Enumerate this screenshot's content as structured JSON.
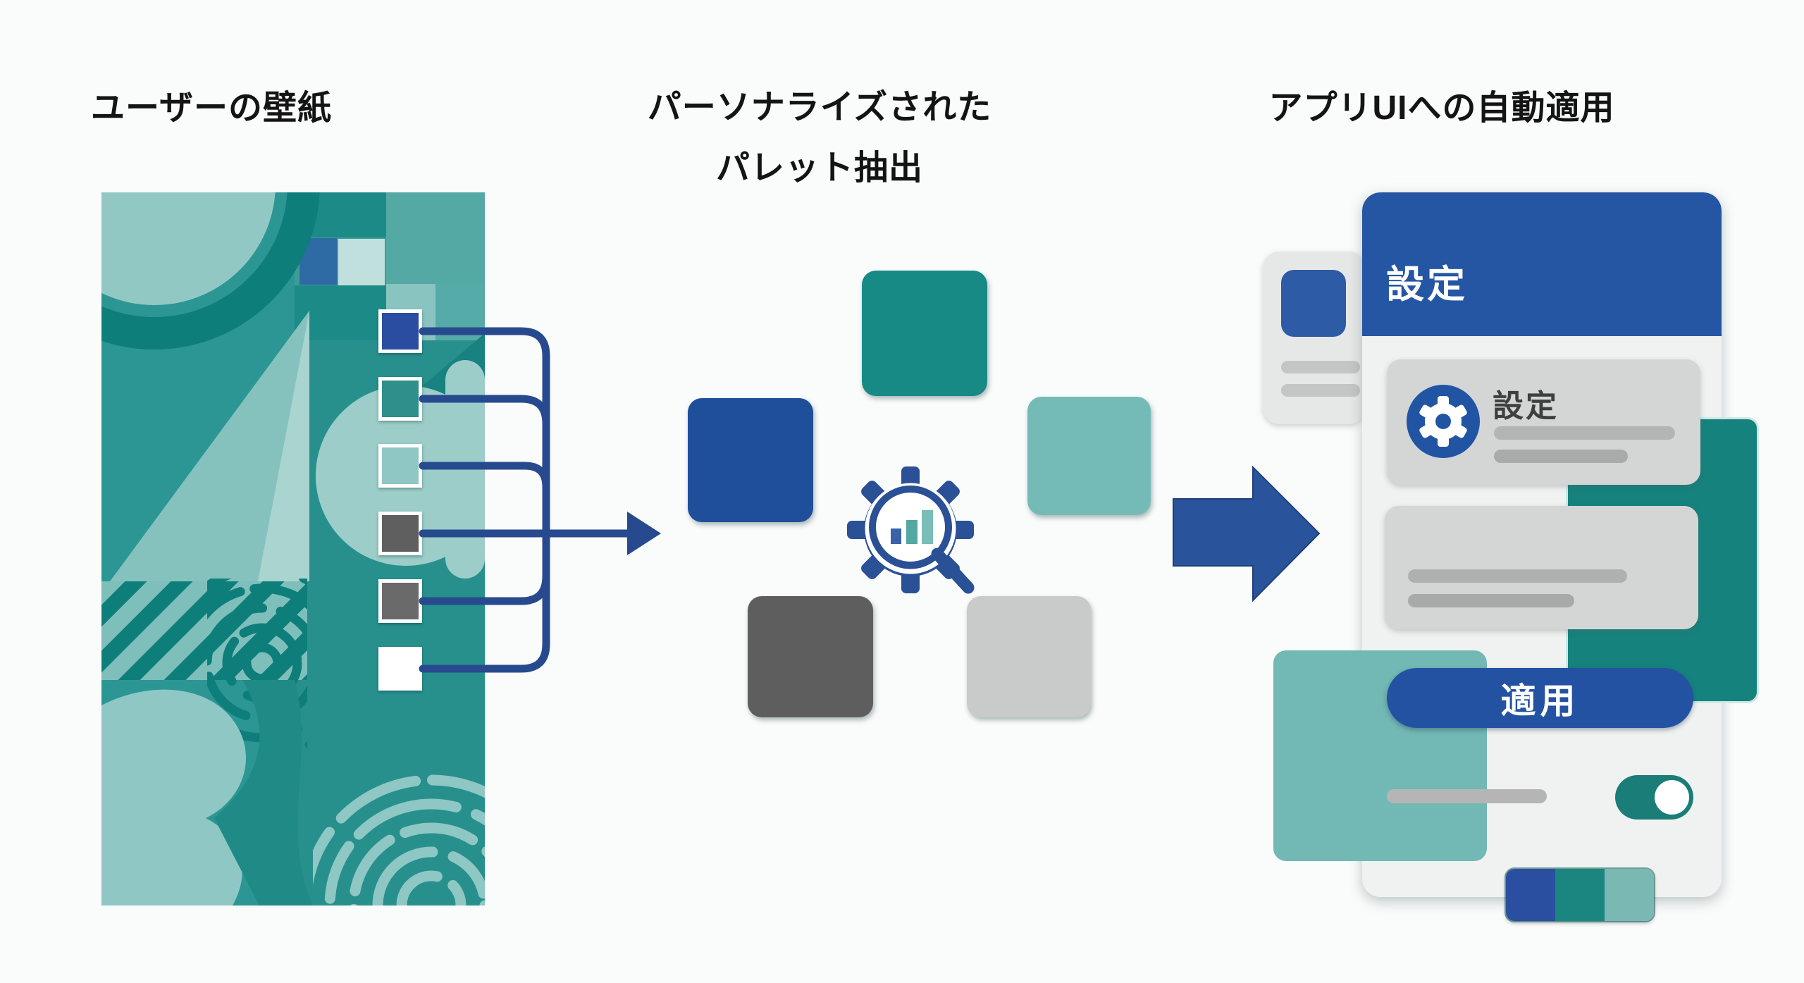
{
  "titles": {
    "left": "ユーザーの壁紙",
    "middle_line1": "パーソナライズされた",
    "middle_line2": "パレット抽出",
    "right": "アプリUIへの自動適用"
  },
  "wallpaper": {
    "description": "abstract teal geometric wallpaper",
    "swatches": [
      {
        "name": "blue",
        "color": "#2A4DA1"
      },
      {
        "name": "teal",
        "color": "#2E8F8B"
      },
      {
        "name": "light-teal",
        "color": "#8EC7C3"
      },
      {
        "name": "dark-gray",
        "color": "#5F5F5F"
      },
      {
        "name": "gray",
        "color": "#6A6A6A"
      },
      {
        "name": "white",
        "color": "#FFFFFF"
      }
    ]
  },
  "palette": {
    "analysis_icon": "gear-magnifier-bar-chart-icon",
    "squares": [
      {
        "name": "blue",
        "color": "#1F4E9B"
      },
      {
        "name": "teal",
        "color": "#178A86"
      },
      {
        "name": "light-teal",
        "color": "#74BBB7"
      },
      {
        "name": "dark-gray",
        "color": "#5E5E5E"
      },
      {
        "name": "light-gray",
        "color": "#C9CBCB"
      }
    ]
  },
  "connector": {
    "color": "#274A8E"
  },
  "arrow": {
    "color": "#29549B"
  },
  "app_ui": {
    "header_title": "設定",
    "header_color": "#2456A3",
    "settings_item": {
      "label": "設定",
      "icon": "gear-icon"
    },
    "apply_button_label": "適用",
    "button_color": "#2452A2",
    "toggle": {
      "state": "on",
      "color": "#1A7D78"
    },
    "theme_bar": [
      {
        "name": "blue",
        "color": "#2A4FA0"
      },
      {
        "name": "teal",
        "color": "#1B8680"
      },
      {
        "name": "light-teal",
        "color": "#7AB8B4"
      }
    ]
  }
}
